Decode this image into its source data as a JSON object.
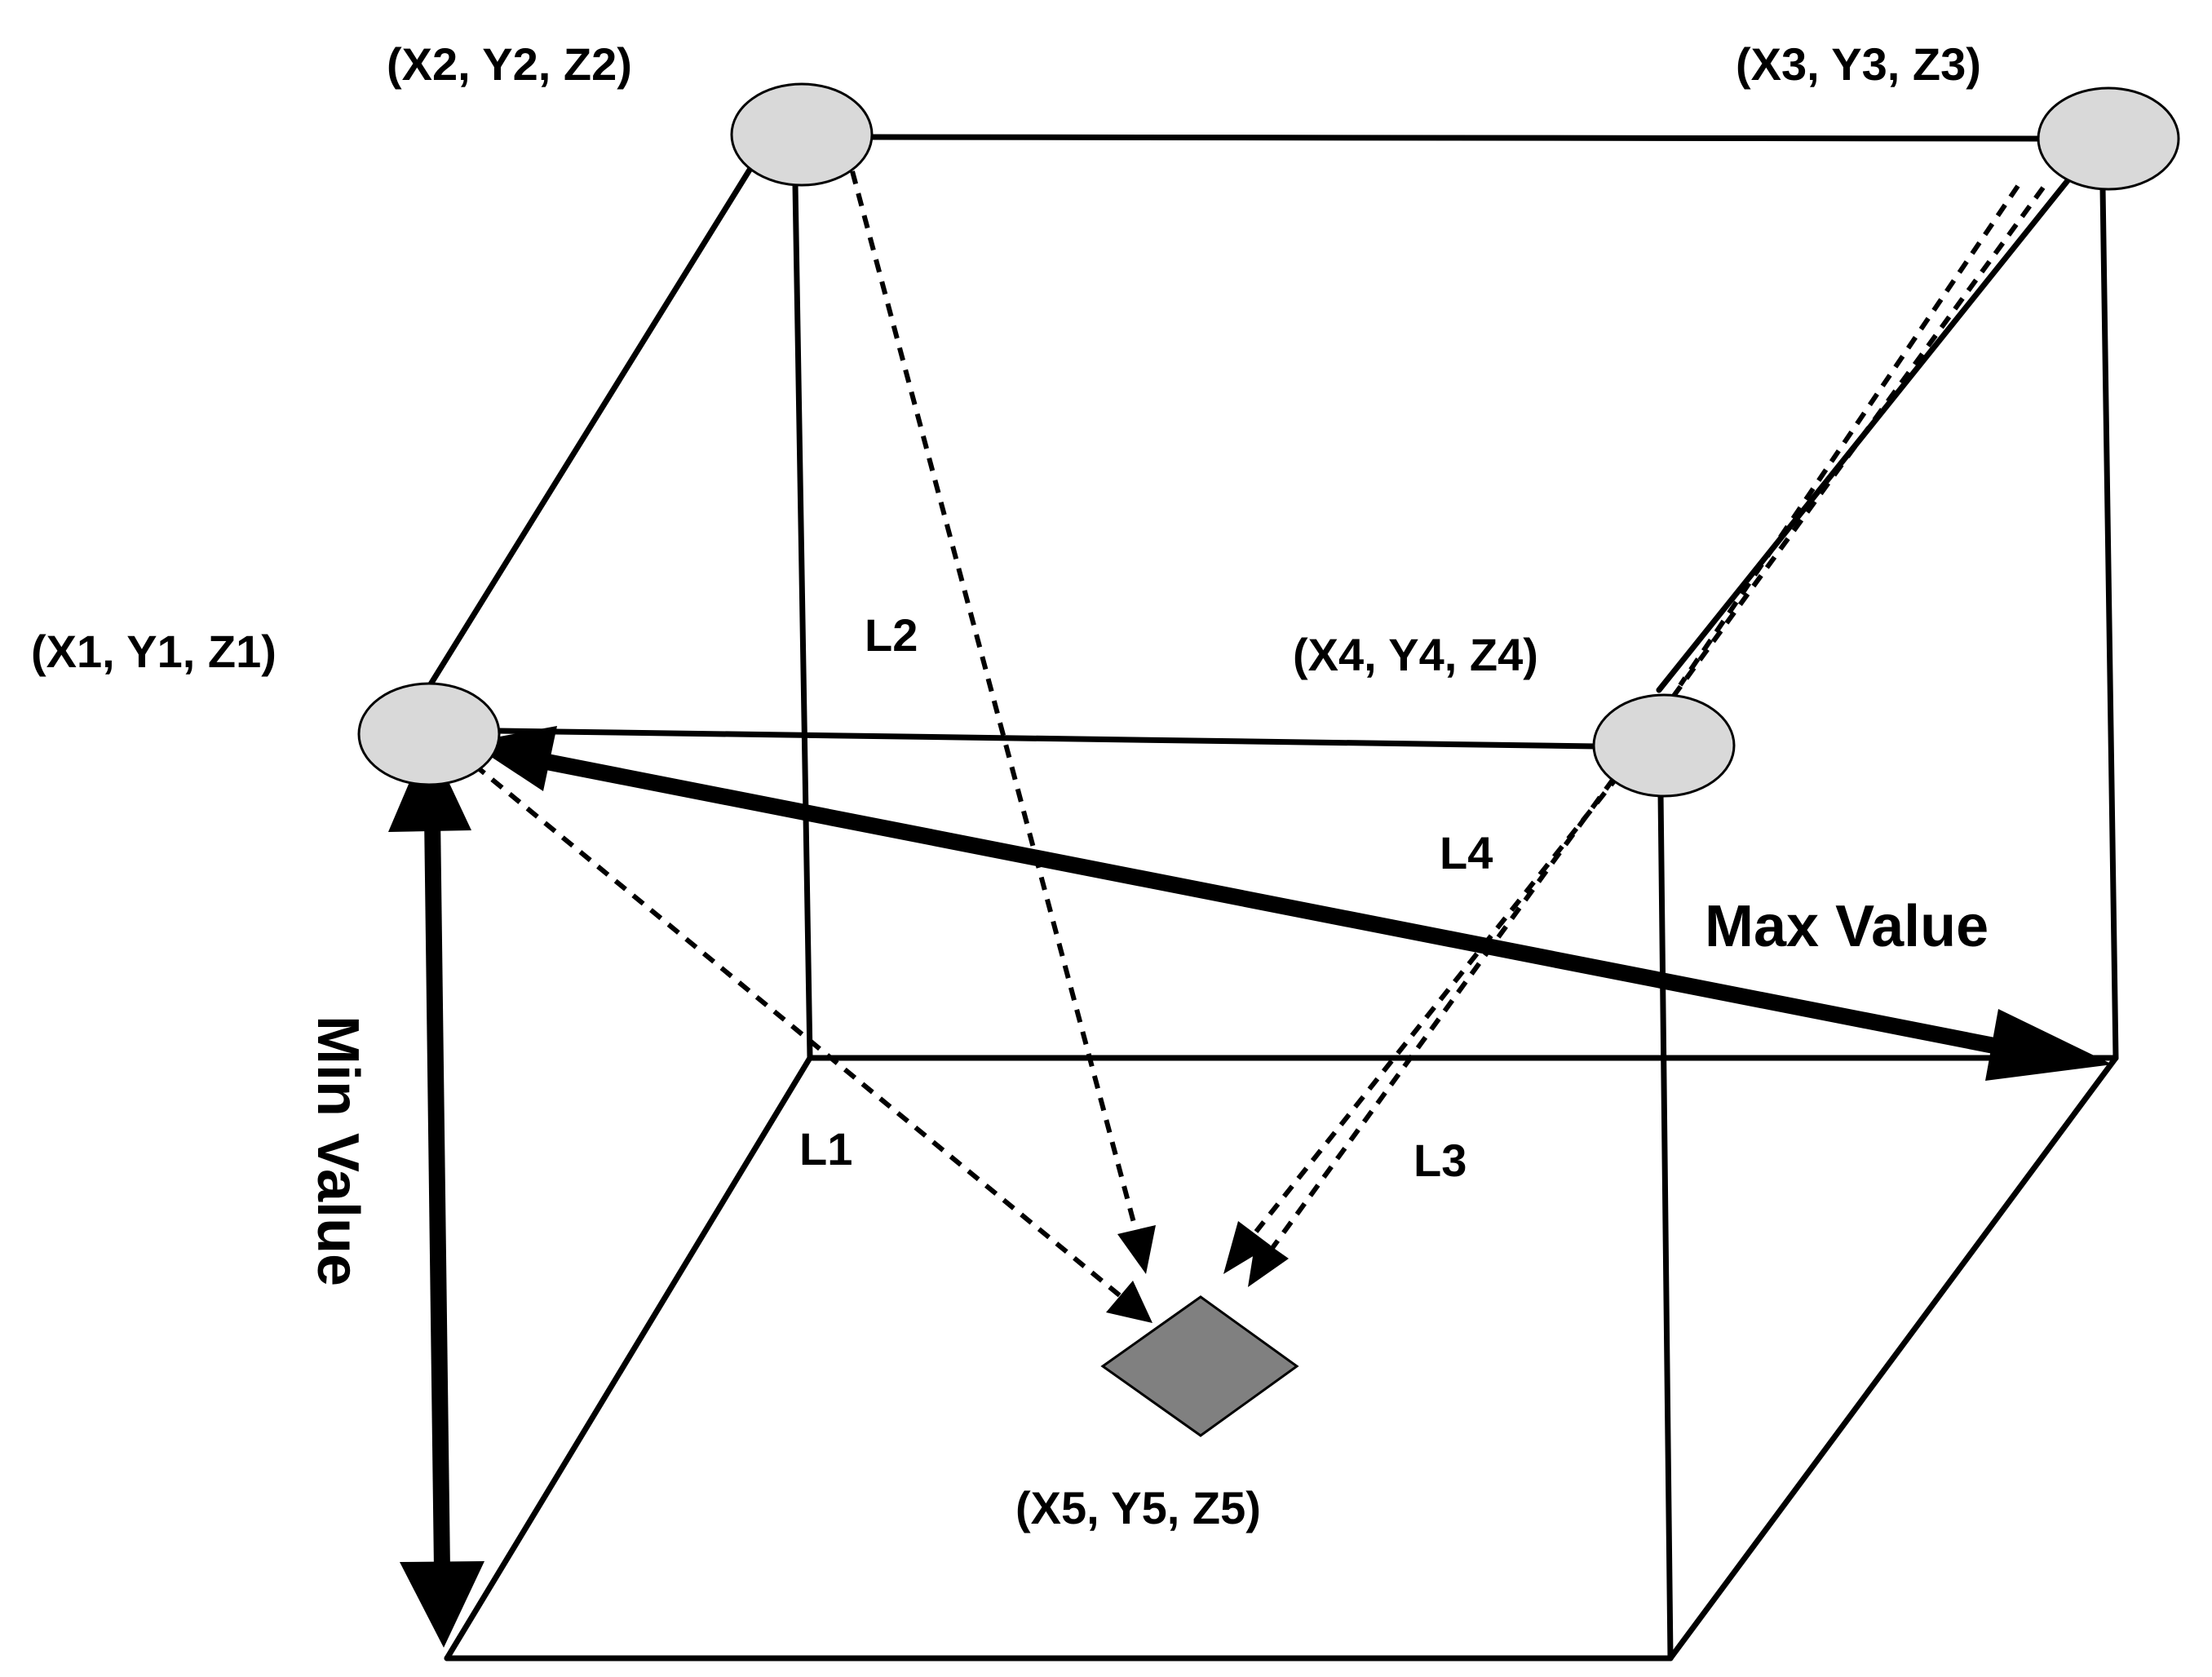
{
  "nodes": {
    "p1": "(X1, Y1, Z1)",
    "p2": "(X2, Y2, Z2)",
    "p3": "(X3, Y3, Z3)",
    "p4": "(X4, Y4, Z4)",
    "p5": "(X5, Y5, Z5)"
  },
  "links": {
    "l1": "L1",
    "l2": "L2",
    "l3": "L3",
    "l4": "L4"
  },
  "measures": {
    "max": "Max Value",
    "min": "Min Value"
  },
  "colors": {
    "node_fill": "#d9d9d9",
    "target_fill": "#808080",
    "stroke": "#000000"
  }
}
